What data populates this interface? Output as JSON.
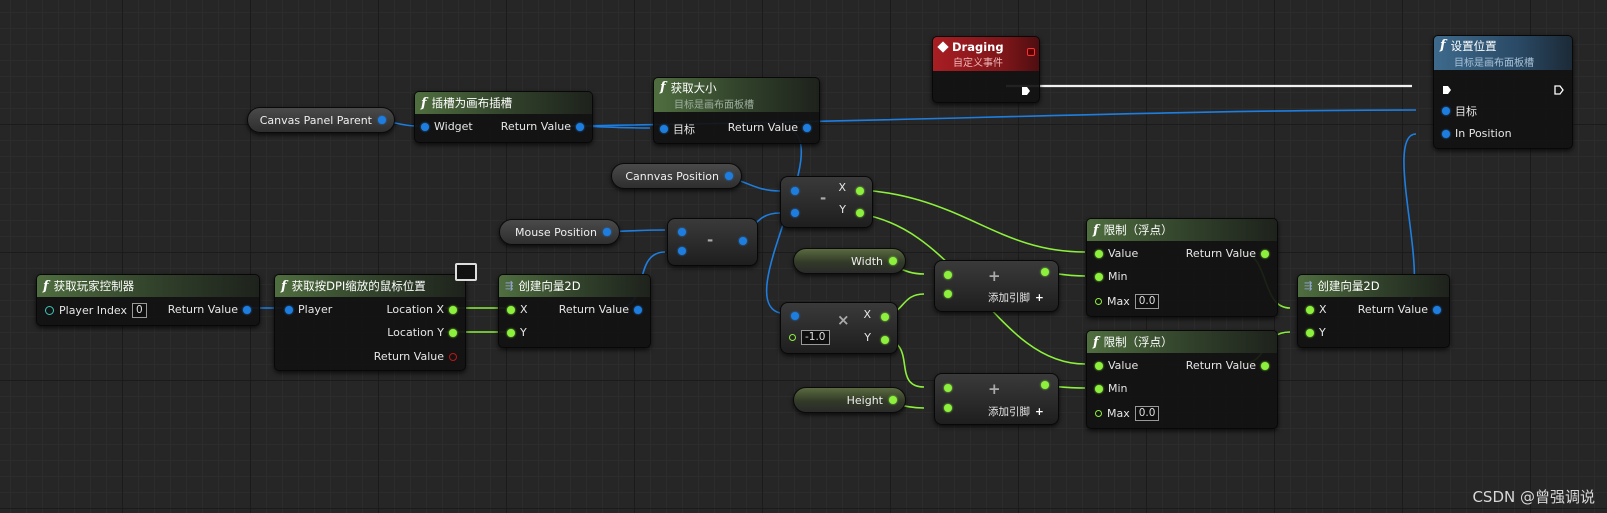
{
  "colors": {
    "object": "#1e7ee0",
    "float": "#8cf03c",
    "exec": "#ffffff",
    "event": "#a81e23"
  },
  "nodes": {
    "drag_event": {
      "title": "Draging",
      "subtitle": "自定义事件"
    },
    "set_position": {
      "title": "设置位置",
      "subtitle": "目标是画布面板槽",
      "target": "目标",
      "in_position": "In Position"
    },
    "slot_as_canvas": {
      "title": "插槽为画布插槽",
      "widget": "Widget",
      "return_value": "Return Value"
    },
    "get_size": {
      "title": "获取大小",
      "subtitle": "目标是画布面板槽",
      "target": "目标",
      "return_value": "Return Value"
    },
    "get_player_controller": {
      "title": "获取玩家控制器",
      "player_index": "Player Index",
      "player_index_value": "0",
      "return_value": "Return Value"
    },
    "get_mouse_pos_dpi": {
      "title": "获取按DPI缩放的鼠标位置",
      "player": "Player",
      "location_x": "Location X",
      "location_y": "Location Y",
      "return_value": "Return Value"
    },
    "make_vector2d_a": {
      "title": "创建向量2D",
      "x": "X",
      "y": "Y",
      "return_value": "Return Value"
    },
    "make_vector2d_b": {
      "title": "创建向量2D",
      "x": "X",
      "y": "Y",
      "return_value": "Return Value"
    },
    "clamp_a": {
      "title": "限制（浮点）",
      "value": "Value",
      "min": "Min",
      "max": "Max",
      "max_value": "0.0",
      "return_value": "Return Value"
    },
    "clamp_b": {
      "title": "限制（浮点）",
      "value": "Value",
      "min": "Min",
      "max": "Max",
      "max_value": "0.0",
      "return_value": "Return Value"
    },
    "subtract_vec": {
      "symbol": "-",
      "x": "X",
      "y": "Y"
    },
    "subtract_mouse": {
      "symbol": "-"
    },
    "multiply": {
      "symbol": "×",
      "value": "-1.0",
      "x": "X",
      "y": "Y"
    },
    "add_a": {
      "symbol": "+",
      "add_pin": "添加引脚"
    },
    "add_b": {
      "symbol": "+",
      "add_pin": "添加引脚"
    }
  },
  "variables": {
    "canvas_panel_parent": "Canvas Panel Parent",
    "cannvas_position": "Cannvas Position",
    "mouse_position": "Mouse Position",
    "width": "Width",
    "height": "Height"
  },
  "watermark": "CSDN @曾强调说"
}
